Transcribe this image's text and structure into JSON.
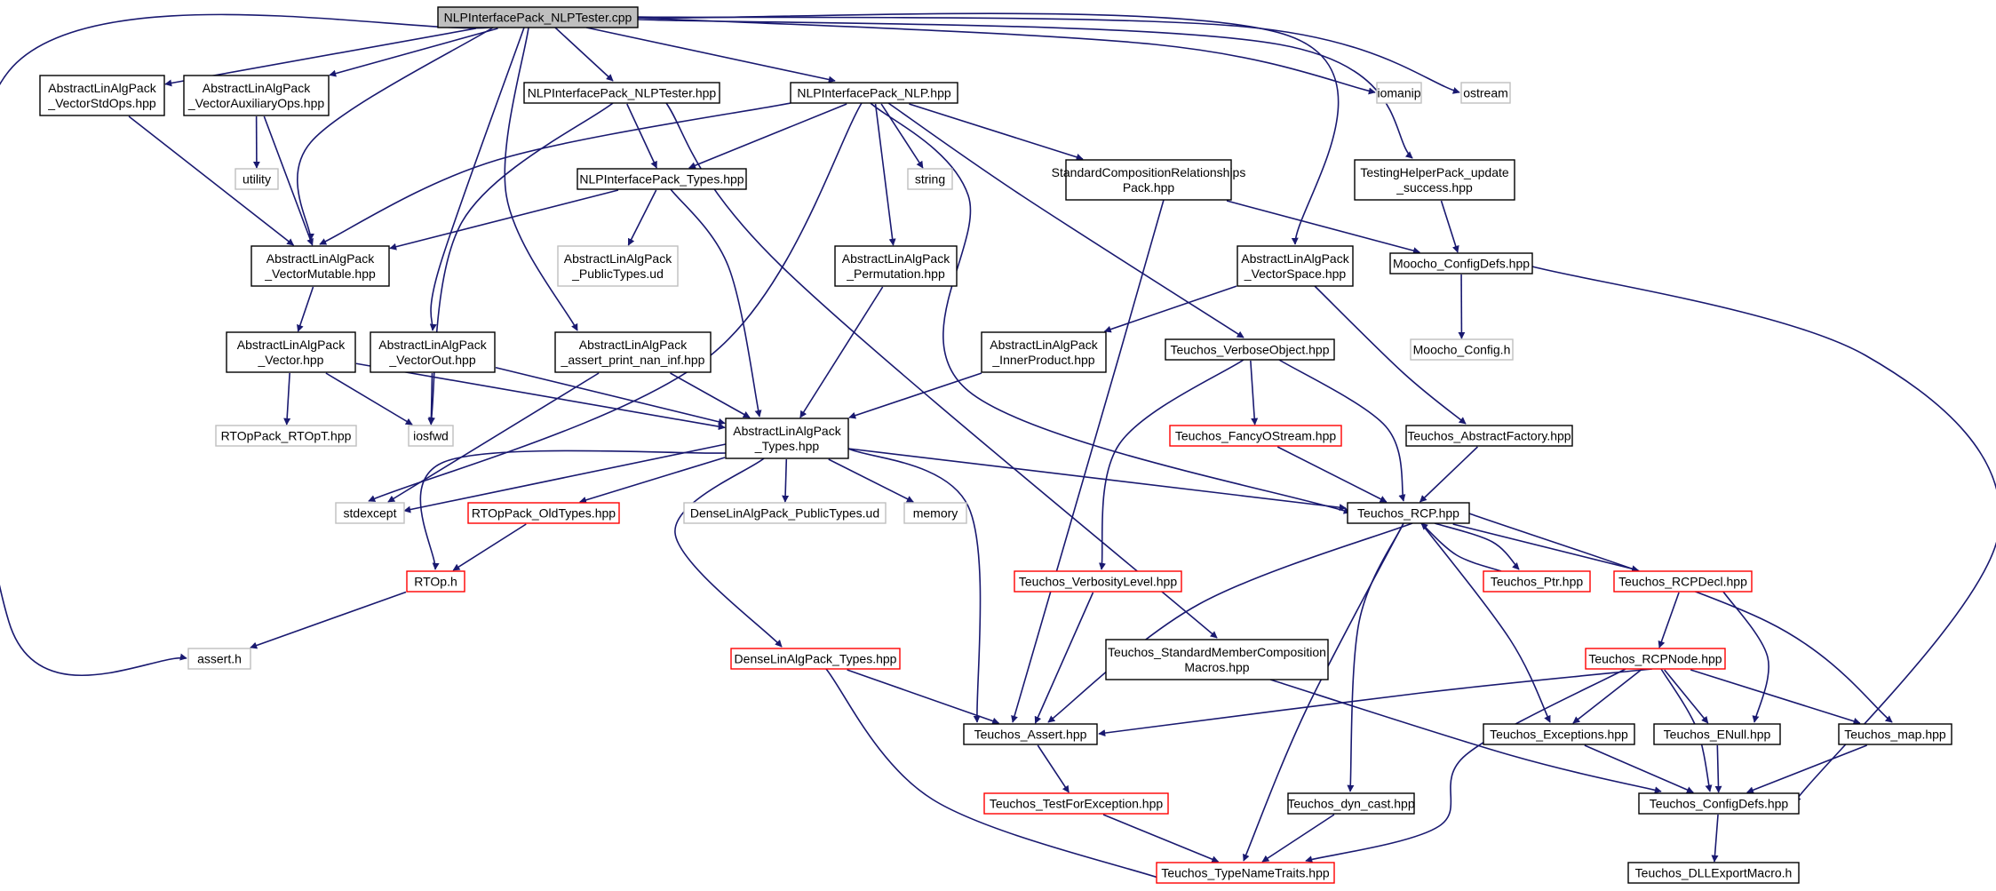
{
  "colors": {
    "edge": "#191970",
    "border_normal": "#000000",
    "border_external": "#bfbfbf",
    "border_incomplete": "#ff0000",
    "fill_root": "#bfbfbf",
    "fill_default": "#ffffff"
  },
  "nodes": [
    {
      "id": "n0",
      "lines": [
        "NLPInterfacePack_NLPTester.cpp"
      ],
      "kind": "root"
    },
    {
      "id": "n1",
      "lines": [
        "AbstractLinAlgPack",
        "_VectorStdOps.hpp"
      ],
      "kind": "normal"
    },
    {
      "id": "n2",
      "lines": [
        "AbstractLinAlgPack",
        "_VectorAuxiliaryOps.hpp"
      ],
      "kind": "normal"
    },
    {
      "id": "n3",
      "lines": [
        "NLPInterfacePack_NLPTester.hpp"
      ],
      "kind": "normal"
    },
    {
      "id": "n4",
      "lines": [
        "NLPInterfacePack_NLP.hpp"
      ],
      "kind": "normal"
    },
    {
      "id": "n5",
      "lines": [
        "iomanip"
      ],
      "kind": "external"
    },
    {
      "id": "n6",
      "lines": [
        "ostream"
      ],
      "kind": "external"
    },
    {
      "id": "n7",
      "lines": [
        "utility"
      ],
      "kind": "external"
    },
    {
      "id": "n8",
      "lines": [
        "NLPInterfacePack_Types.hpp"
      ],
      "kind": "normal"
    },
    {
      "id": "n9",
      "lines": [
        "string"
      ],
      "kind": "external"
    },
    {
      "id": "n10",
      "lines": [
        "StandardCompositionRelationships",
        "Pack.hpp"
      ],
      "kind": "normal"
    },
    {
      "id": "n11",
      "lines": [
        "TestingHelperPack_update",
        "_success.hpp"
      ],
      "kind": "normal"
    },
    {
      "id": "n12",
      "lines": [
        "AbstractLinAlgPack",
        "_VectorMutable.hpp"
      ],
      "kind": "normal"
    },
    {
      "id": "n13",
      "lines": [
        "AbstractLinAlgPack",
        "_PublicTypes.ud"
      ],
      "kind": "external"
    },
    {
      "id": "n14",
      "lines": [
        "AbstractLinAlgPack",
        "_Permutation.hpp"
      ],
      "kind": "normal"
    },
    {
      "id": "n15",
      "lines": [
        "AbstractLinAlgPack",
        "_VectorSpace.hpp"
      ],
      "kind": "normal"
    },
    {
      "id": "n16",
      "lines": [
        "Moocho_ConfigDefs.hpp"
      ],
      "kind": "normal"
    },
    {
      "id": "n17",
      "lines": [
        "AbstractLinAlgPack",
        "_Vector.hpp"
      ],
      "kind": "normal"
    },
    {
      "id": "n18",
      "lines": [
        "AbstractLinAlgPack",
        "_VectorOut.hpp"
      ],
      "kind": "normal"
    },
    {
      "id": "n19",
      "lines": [
        "AbstractLinAlgPack",
        "_assert_print_nan_inf.hpp"
      ],
      "kind": "normal"
    },
    {
      "id": "n20",
      "lines": [
        "AbstractLinAlgPack",
        "_InnerProduct.hpp"
      ],
      "kind": "normal"
    },
    {
      "id": "n21",
      "lines": [
        "Teuchos_VerboseObject.hpp"
      ],
      "kind": "normal"
    },
    {
      "id": "n22",
      "lines": [
        "Moocho_Config.h"
      ],
      "kind": "external"
    },
    {
      "id": "n23",
      "lines": [
        "RTOpPack_RTOpT.hpp"
      ],
      "kind": "external"
    },
    {
      "id": "n24",
      "lines": [
        "iosfwd"
      ],
      "kind": "external"
    },
    {
      "id": "n25",
      "lines": [
        "AbstractLinAlgPack",
        "_Types.hpp"
      ],
      "kind": "normal"
    },
    {
      "id": "n26",
      "lines": [
        "Teuchos_FancyOStream.hpp"
      ],
      "kind": "incomplete"
    },
    {
      "id": "n27",
      "lines": [
        "Teuchos_AbstractFactory.hpp"
      ],
      "kind": "normal"
    },
    {
      "id": "n28",
      "lines": [
        "stdexcept"
      ],
      "kind": "external"
    },
    {
      "id": "n29",
      "lines": [
        "RTOpPack_OldTypes.hpp"
      ],
      "kind": "incomplete"
    },
    {
      "id": "n30",
      "lines": [
        "DenseLinAlgPack_PublicTypes.ud"
      ],
      "kind": "external"
    },
    {
      "id": "n31",
      "lines": [
        "memory"
      ],
      "kind": "external"
    },
    {
      "id": "n32",
      "lines": [
        "Teuchos_RCP.hpp"
      ],
      "kind": "normal"
    },
    {
      "id": "n33",
      "lines": [
        "RTOp.h"
      ],
      "kind": "incomplete"
    },
    {
      "id": "n34",
      "lines": [
        "Teuchos_VerbosityLevel.hpp"
      ],
      "kind": "incomplete"
    },
    {
      "id": "n35",
      "lines": [
        "Teuchos_Ptr.hpp"
      ],
      "kind": "incomplete"
    },
    {
      "id": "n36",
      "lines": [
        "Teuchos_RCPDecl.hpp"
      ],
      "kind": "incomplete"
    },
    {
      "id": "n37",
      "lines": [
        "assert.h"
      ],
      "kind": "external"
    },
    {
      "id": "n38",
      "lines": [
        "DenseLinAlgPack_Types.hpp"
      ],
      "kind": "incomplete"
    },
    {
      "id": "n39",
      "lines": [
        "Teuchos_StandardMemberComposition",
        "Macros.hpp"
      ],
      "kind": "normal"
    },
    {
      "id": "n40",
      "lines": [
        "Teuchos_RCPNode.hpp"
      ],
      "kind": "incomplete"
    },
    {
      "id": "n41",
      "lines": [
        "Teuchos_Assert.hpp"
      ],
      "kind": "normal"
    },
    {
      "id": "n42",
      "lines": [
        "Teuchos_Exceptions.hpp"
      ],
      "kind": "normal"
    },
    {
      "id": "n43",
      "lines": [
        "Teuchos_ENull.hpp"
      ],
      "kind": "normal"
    },
    {
      "id": "n44",
      "lines": [
        "Teuchos_map.hpp"
      ],
      "kind": "normal"
    },
    {
      "id": "n45",
      "lines": [
        "Teuchos_TestForException.hpp"
      ],
      "kind": "incomplete"
    },
    {
      "id": "n46",
      "lines": [
        "Teuchos_dyn_cast.hpp"
      ],
      "kind": "normal"
    },
    {
      "id": "n47",
      "lines": [
        "Teuchos_ConfigDefs.hpp"
      ],
      "kind": "normal"
    },
    {
      "id": "n48",
      "lines": [
        "Teuchos_TypeNameTraits.hpp"
      ],
      "kind": "incomplete"
    },
    {
      "id": "n49",
      "lines": [
        "Teuchos_DLLExportMacro.h"
      ],
      "kind": "normal"
    }
  ],
  "edges": [
    [
      "n0",
      "n1"
    ],
    [
      "n0",
      "n2"
    ],
    [
      "n0",
      "n12"
    ],
    [
      "n0",
      "n3"
    ],
    [
      "n0",
      "n4"
    ],
    [
      "n0",
      "n18"
    ],
    [
      "n0",
      "n19"
    ],
    [
      "n0",
      "n15"
    ],
    [
      "n0",
      "n11"
    ],
    [
      "n0",
      "n5"
    ],
    [
      "n0",
      "n6"
    ],
    [
      "n0",
      "n37"
    ],
    [
      "n1",
      "n12"
    ],
    [
      "n2",
      "n7"
    ],
    [
      "n2",
      "n12"
    ],
    [
      "n3",
      "n8"
    ],
    [
      "n3",
      "n24"
    ],
    [
      "n3",
      "n39"
    ],
    [
      "n4",
      "n12"
    ],
    [
      "n4",
      "n8"
    ],
    [
      "n4",
      "n9"
    ],
    [
      "n4",
      "n14"
    ],
    [
      "n4",
      "n10"
    ],
    [
      "n4",
      "n21"
    ],
    [
      "n4",
      "n32"
    ],
    [
      "n4",
      "n28"
    ],
    [
      "n8",
      "n12"
    ],
    [
      "n8",
      "n13"
    ],
    [
      "n8",
      "n25"
    ],
    [
      "n10",
      "n16"
    ],
    [
      "n10",
      "n41"
    ],
    [
      "n11",
      "n16"
    ],
    [
      "n12",
      "n17"
    ],
    [
      "n14",
      "n25"
    ],
    [
      "n15",
      "n20"
    ],
    [
      "n15",
      "n27"
    ],
    [
      "n16",
      "n22"
    ],
    [
      "n16",
      "n47"
    ],
    [
      "n17",
      "n23"
    ],
    [
      "n17",
      "n24"
    ],
    [
      "n17",
      "n25"
    ],
    [
      "n18",
      "n24"
    ],
    [
      "n18",
      "n25"
    ],
    [
      "n19",
      "n25"
    ],
    [
      "n19",
      "n28"
    ],
    [
      "n20",
      "n25"
    ],
    [
      "n21",
      "n26"
    ],
    [
      "n21",
      "n32"
    ],
    [
      "n21",
      "n34"
    ],
    [
      "n25",
      "n28"
    ],
    [
      "n25",
      "n29"
    ],
    [
      "n25",
      "n33"
    ],
    [
      "n25",
      "n30"
    ],
    [
      "n25",
      "n31"
    ],
    [
      "n25",
      "n32"
    ],
    [
      "n25",
      "n38"
    ],
    [
      "n25",
      "n41"
    ],
    [
      "n26",
      "n32"
    ],
    [
      "n27",
      "n32"
    ],
    [
      "n29",
      "n33"
    ],
    [
      "n33",
      "n37"
    ],
    [
      "n32",
      "n35"
    ],
    [
      "n35",
      "n32"
    ],
    [
      "n32",
      "n36"
    ],
    [
      "n32",
      "n41"
    ],
    [
      "n32",
      "n42"
    ],
    [
      "n32",
      "n46"
    ],
    [
      "n32",
      "n44"
    ],
    [
      "n32",
      "n48"
    ],
    [
      "n34",
      "n41"
    ],
    [
      "n36",
      "n40"
    ],
    [
      "n36",
      "n43"
    ],
    [
      "n38",
      "n41"
    ],
    [
      "n38",
      "n48"
    ],
    [
      "n39",
      "n47"
    ],
    [
      "n40",
      "n41"
    ],
    [
      "n40",
      "n42"
    ],
    [
      "n40",
      "n43"
    ],
    [
      "n40",
      "n44"
    ],
    [
      "n40",
      "n47"
    ],
    [
      "n40",
      "n48"
    ],
    [
      "n41",
      "n45"
    ],
    [
      "n42",
      "n47"
    ],
    [
      "n43",
      "n47"
    ],
    [
      "n44",
      "n47"
    ],
    [
      "n45",
      "n48"
    ],
    [
      "n46",
      "n48"
    ],
    [
      "n47",
      "n49"
    ]
  ]
}
